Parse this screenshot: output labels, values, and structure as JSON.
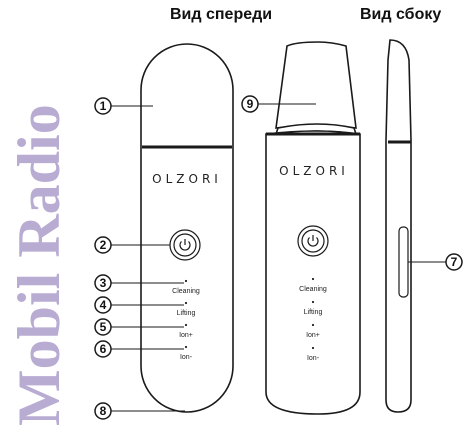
{
  "headings": {
    "front": "Вид спереди",
    "side": "Вид сбоку"
  },
  "watermark": "Mobil Radio",
  "brand": "OLZORI",
  "front_modes": [
    "Cleaning",
    "Lifting",
    "Ion+",
    "Ion-"
  ],
  "side_modes": [
    "Cleaning",
    "Lifting",
    "Ion+",
    "Ion-"
  ],
  "callouts": [
    "1",
    "2",
    "3",
    "4",
    "5",
    "6",
    "7",
    "8",
    "9"
  ]
}
